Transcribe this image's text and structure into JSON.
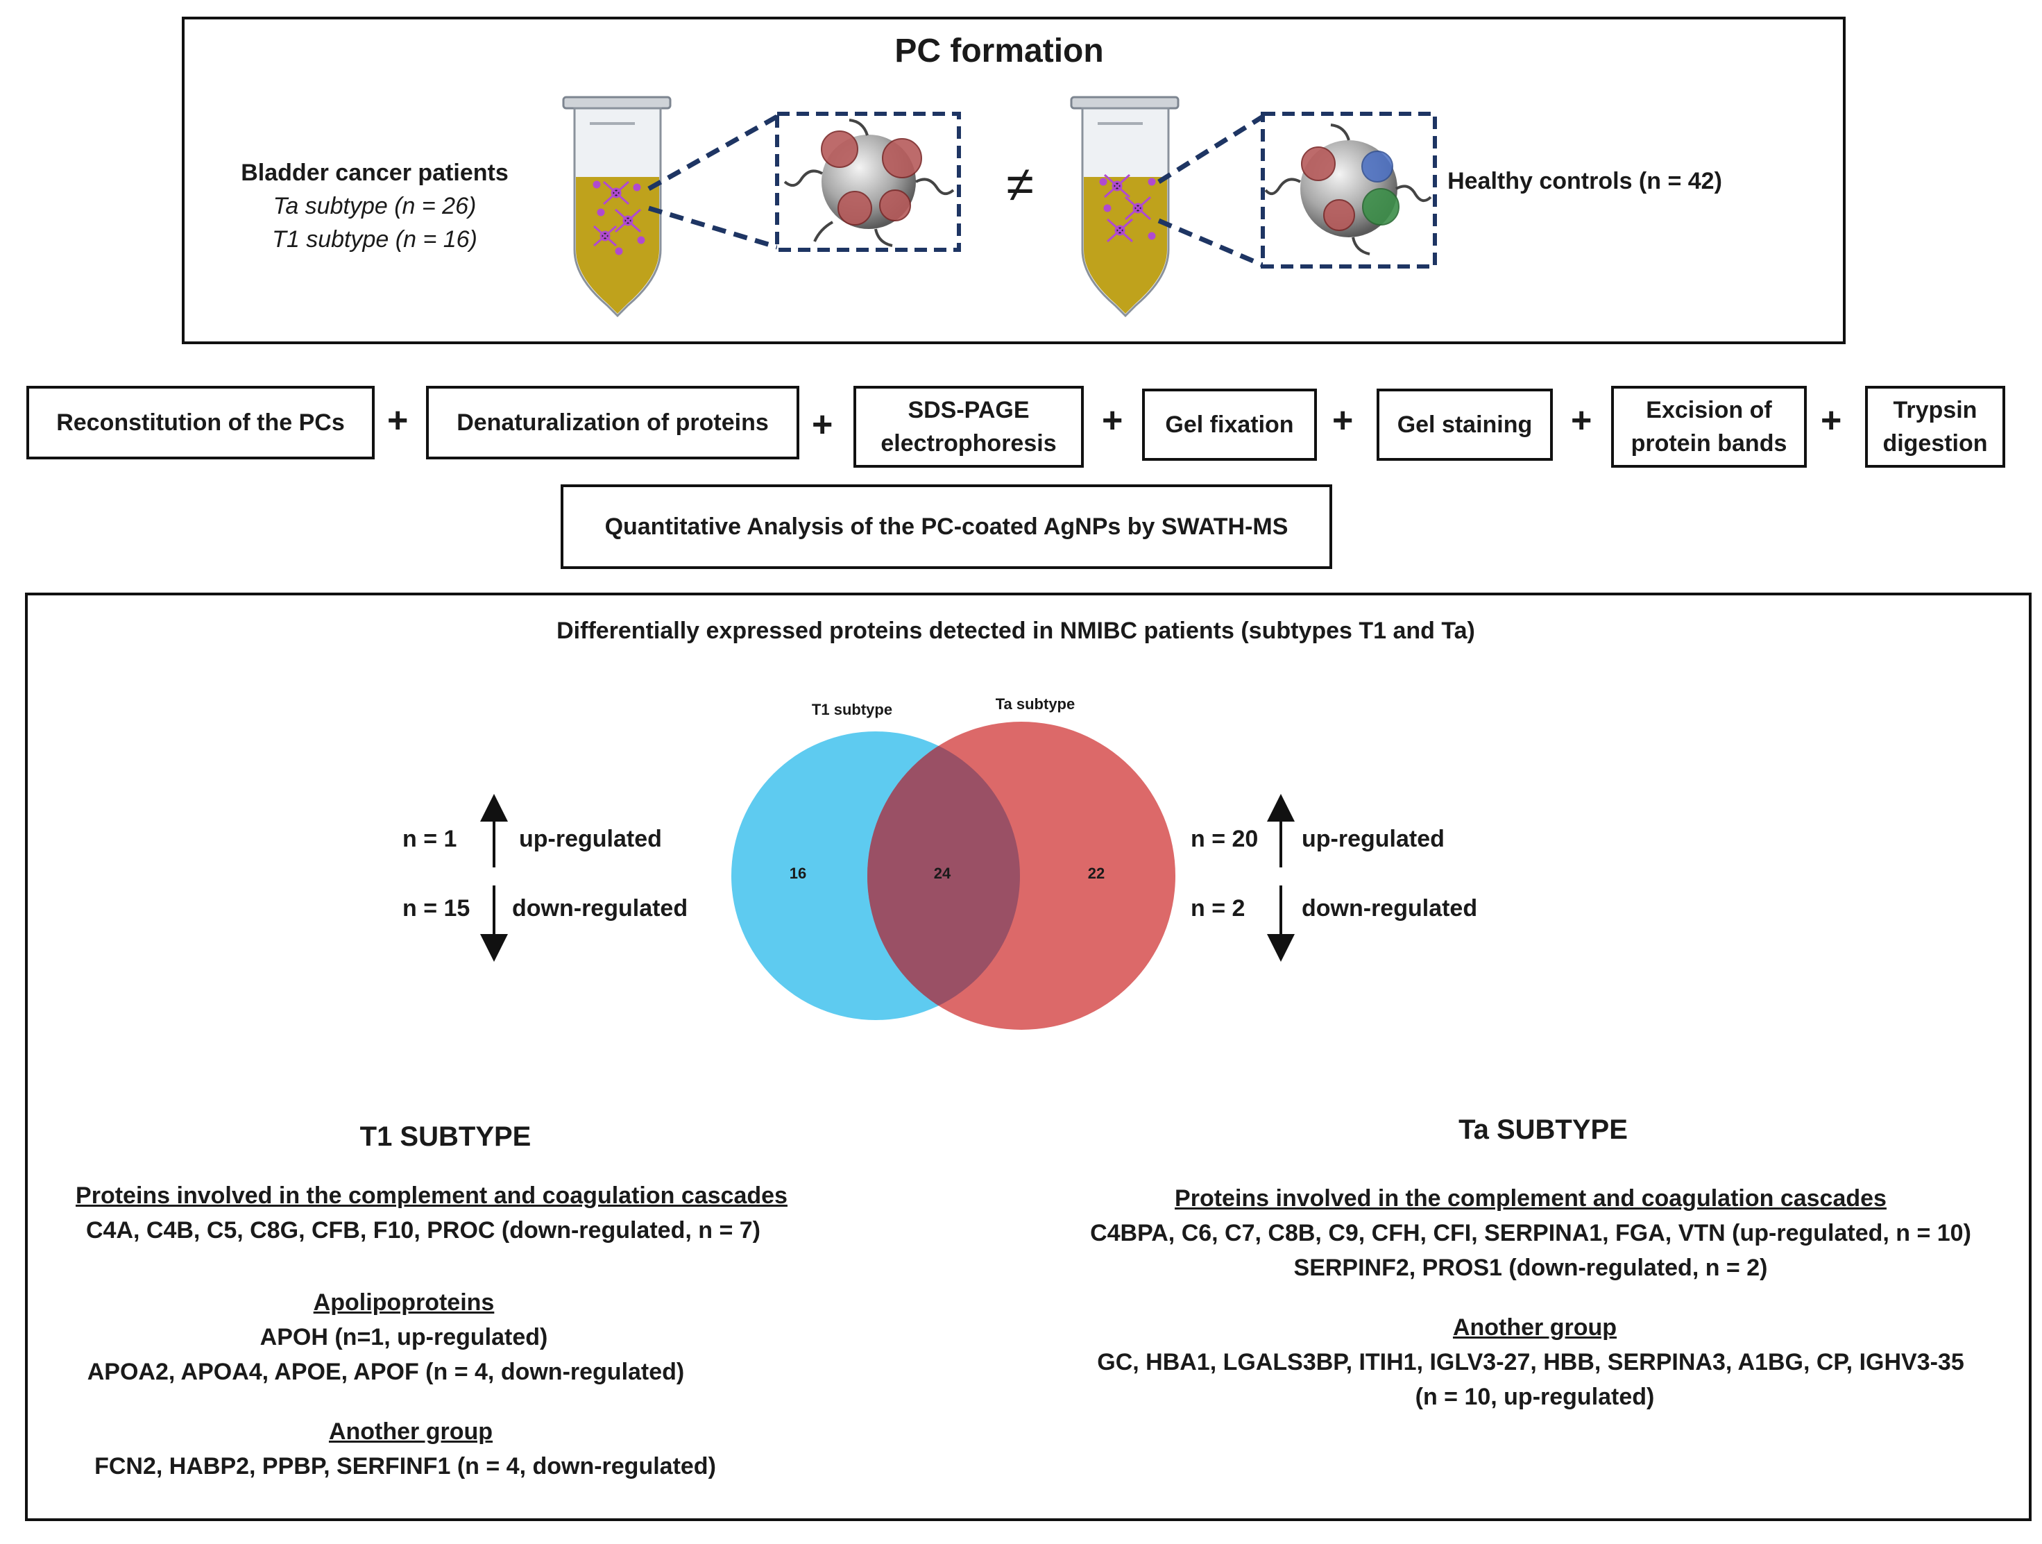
{
  "pc_section": {
    "title": "PC formation",
    "patients_label": "Bladder cancer patients",
    "ta_subtype": "Ta subtype (n = 26)",
    "t1_subtype": "T1 subtype (n = 16)",
    "not_equal": "≠",
    "controls_label": "Healthy controls (n = 42)"
  },
  "workflow": {
    "steps": [
      "Reconstitution of the PCs",
      "Denaturalization of proteins",
      "SDS-PAGE\nelectrophoresis",
      "Gel fixation",
      "Gel staining",
      "Excision  of\nprotein bands",
      "Trypsin\ndigestion"
    ],
    "plus": "+",
    "analysis": "Quantitative Analysis of the PC-coated AgNPs by SWATH-MS"
  },
  "results": {
    "title": "Differentially  expressed proteins detected in NMIBC  patients (subtypes T1 and Ta)",
    "t1_counts": {
      "up_n": "n = 1",
      "up_label": "up-regulated",
      "down_n": "n = 15",
      "down_label": "down-regulated"
    },
    "ta_counts": {
      "up_n": "n = 20",
      "up_label": "up-regulated",
      "down_n": "n = 2",
      "down_label": "down-regulated"
    },
    "venn": {
      "left_label": "T1 subtype",
      "right_label": "Ta subtype",
      "left_only": "16",
      "overlap": "24",
      "right_only": "22",
      "left_color": "#5ecbf0",
      "right_color": "#d95c5c",
      "overlap_color": "#9a5065"
    },
    "t1": {
      "heading": "T1 SUBTYPE",
      "group1_title": "Proteins involved  in the complement and coagulation  cascades",
      "group1_line1": "C4A, C4B, C5, C8G, CFB, F10, PROC  (down-regulated,  n = 7)",
      "group2_title": "Apolipoproteins",
      "group2_line1": "APOH (n=1,  up-regulated)",
      "group2_line2": "APOA2, APOA4, APOE, APOF (n = 4, down-regulated)",
      "group3_title": "Another group",
      "group3_line1": "FCN2, HABP2,  PPBP, SERFINF1  (n = 4, down-regulated)"
    },
    "ta": {
      "heading": "Ta SUBTYPE",
      "group1_title": "Proteins involved  in the complement and coagulation  cascades",
      "group1_line1": "C4BPA, C6, C7, C8B, C9, CFH, CFI, SERPINA1, FGA, VTN (up-regulated, n = 10)",
      "group1_line2": "SERPINF2,  PROS1 (down-regulated, n = 2)",
      "group2_title": "Another group",
      "group2_line1": "GC, HBA1, LGALS3BP, ITIH1,  IGLV3-27, HBB, SERPINA3, A1BG, CP, IGHV3-35",
      "group2_line2": "(n = 10, up-regulated)"
    }
  }
}
